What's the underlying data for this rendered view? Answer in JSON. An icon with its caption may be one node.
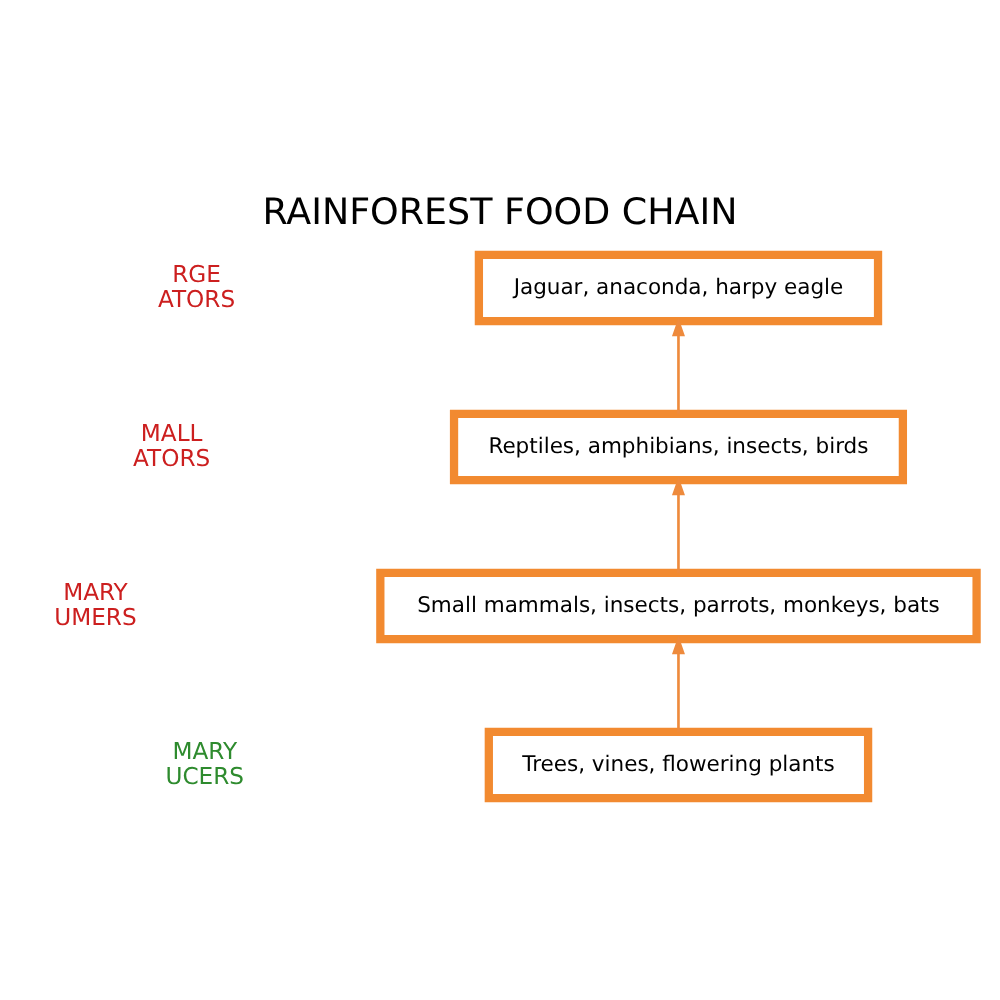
{
  "diagram": {
    "title": "RAINFOREST FOOD CHAIN",
    "nodes": [
      {
        "text": [
          "Jaguar, anaconda, harpy eagle"
        ]
      },
      {
        "text": [
          "Reptiles, amphibians, insects, birds"
        ]
      },
      {
        "text": [
          "Small mammals, insects, parrots, monkeys, bats"
        ]
      },
      {
        "text": [
          "Trees, vines, flowering plants"
        ]
      }
    ],
    "edges": [
      {
        "from": 3,
        "to": 2,
        "arrow": "to"
      },
      {
        "from": 2,
        "to": 1,
        "arrow": "to"
      },
      {
        "from": 1,
        "to": 0,
        "arrow": "to"
      }
    ],
    "labels": [
      "RGE ATORS",
      "MALL ATORS",
      "MARY UMERS",
      "MARY UCERS"
    ]
  }
}
